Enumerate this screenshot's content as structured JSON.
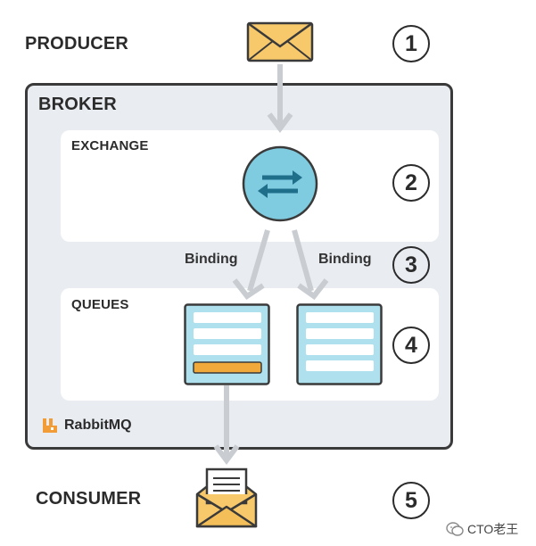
{
  "labels": {
    "producer": "PRODUCER",
    "broker": "BROKER",
    "exchange": "EXCHANGE",
    "binding_left": "Binding",
    "binding_right": "Binding",
    "queues": "QUEUES",
    "consumer": "CONSUMER"
  },
  "steps": [
    "1",
    "2",
    "3",
    "4",
    "5"
  ],
  "brand": {
    "name": "RabbitMQ"
  },
  "watermark": {
    "text": "CTO老王"
  },
  "colors": {
    "envelope": "#f7c96b",
    "exchange_circle": "#7fcbe0",
    "queue": "#aee0ee",
    "highlight_message": "#f0a93a",
    "arrow": "#c9cdd2",
    "broker_bg": "#e9edf2",
    "rabbitmq_orange": "#f29c38"
  },
  "icons": [
    "envelope-icon",
    "exchange-arrows-icon",
    "open-envelope-icon",
    "rabbitmq-logo-icon",
    "wechat-icon"
  ]
}
